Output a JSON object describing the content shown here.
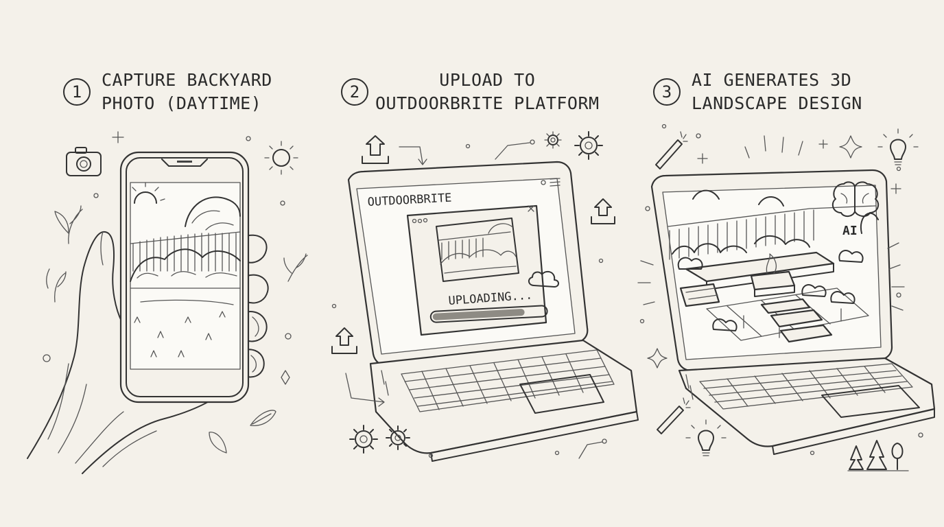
{
  "steps": [
    {
      "number": "1",
      "title_line1": "CAPTURE BACKYARD",
      "title_line2": "PHOTO (DAYTIME)"
    },
    {
      "number": "2",
      "title_line1": "UPLOAD TO",
      "title_line2": "OUTDOORBRITE PLATFORM"
    },
    {
      "number": "3",
      "title_line1": "AI GENERATES 3D",
      "title_line2": "LANDSCAPE DESIGN"
    }
  ],
  "laptop2": {
    "brand_label": "OUTDOORBRITE",
    "upload_status": "UPLOADING...",
    "upload_progress": 0.82
  },
  "laptop3": {
    "ai_badge": "AI"
  },
  "icons": {
    "step1": [
      "camera-icon",
      "sun-icon",
      "leaf-icon",
      "sparkle-icon"
    ],
    "step2": [
      "upload-icon",
      "gear-icon",
      "cloud-icon",
      "close-icon"
    ],
    "step3": [
      "magic-wand-icon",
      "brain-icon",
      "lightbulb-icon",
      "tree-icon",
      "sparkle-icon"
    ]
  }
}
